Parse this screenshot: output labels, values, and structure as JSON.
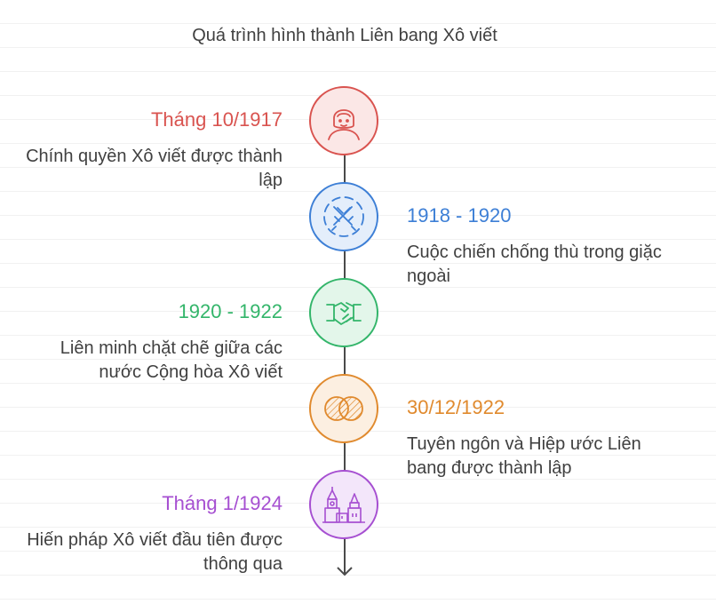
{
  "title": "Quá trình hình thành Liên bang Xô viết",
  "events": [
    {
      "date": "Tháng 10/1917",
      "line1": "Chính quyền Xô viết được thành",
      "line2": "lập",
      "color": "#d9534f",
      "bg": "#fbe7e6",
      "icon": "worker-icon"
    },
    {
      "date": "1918 - 1920",
      "line1": "Cuộc chiến chống thù trong giặc",
      "line2": "ngoài",
      "color": "#3d7fd6",
      "bg": "#e4eefb",
      "icon": "crossed-swords-icon"
    },
    {
      "date": "1920 - 1922",
      "line1": "Liên minh chặt chẽ giữa các",
      "line2": "nước Cộng hòa Xô viết",
      "color": "#33b56a",
      "bg": "#e3f6ea",
      "icon": "handshake-icon"
    },
    {
      "date": "30/12/1922",
      "line1": "Tuyên ngôn và Hiệp ước Liên",
      "line2": "bang được thành lập",
      "color": "#e08a2e",
      "bg": "#fcefe1",
      "icon": "union-rings-icon"
    },
    {
      "date": "Tháng 1/1924",
      "line1": "Hiến pháp Xô viết đầu tiên được",
      "line2": "thông qua",
      "color": "#a64fd1",
      "bg": "#f3e6fa",
      "icon": "kremlin-icon"
    }
  ]
}
